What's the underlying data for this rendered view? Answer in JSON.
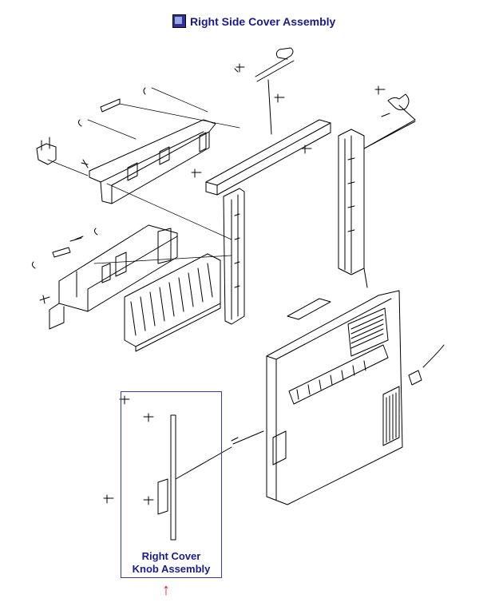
{
  "header": {
    "title": "Right Side Cover Assembly",
    "icon": "square-button-icon",
    "icon_color": "#2e2e9e"
  },
  "callout": {
    "label_line1": "Right Cover",
    "label_line2": "Knob Assembly",
    "arrow_glyph": "↑",
    "arrow_color": "#e02020",
    "frame_color": "#3a3aa0",
    "text_color": "#1a1a8c"
  }
}
